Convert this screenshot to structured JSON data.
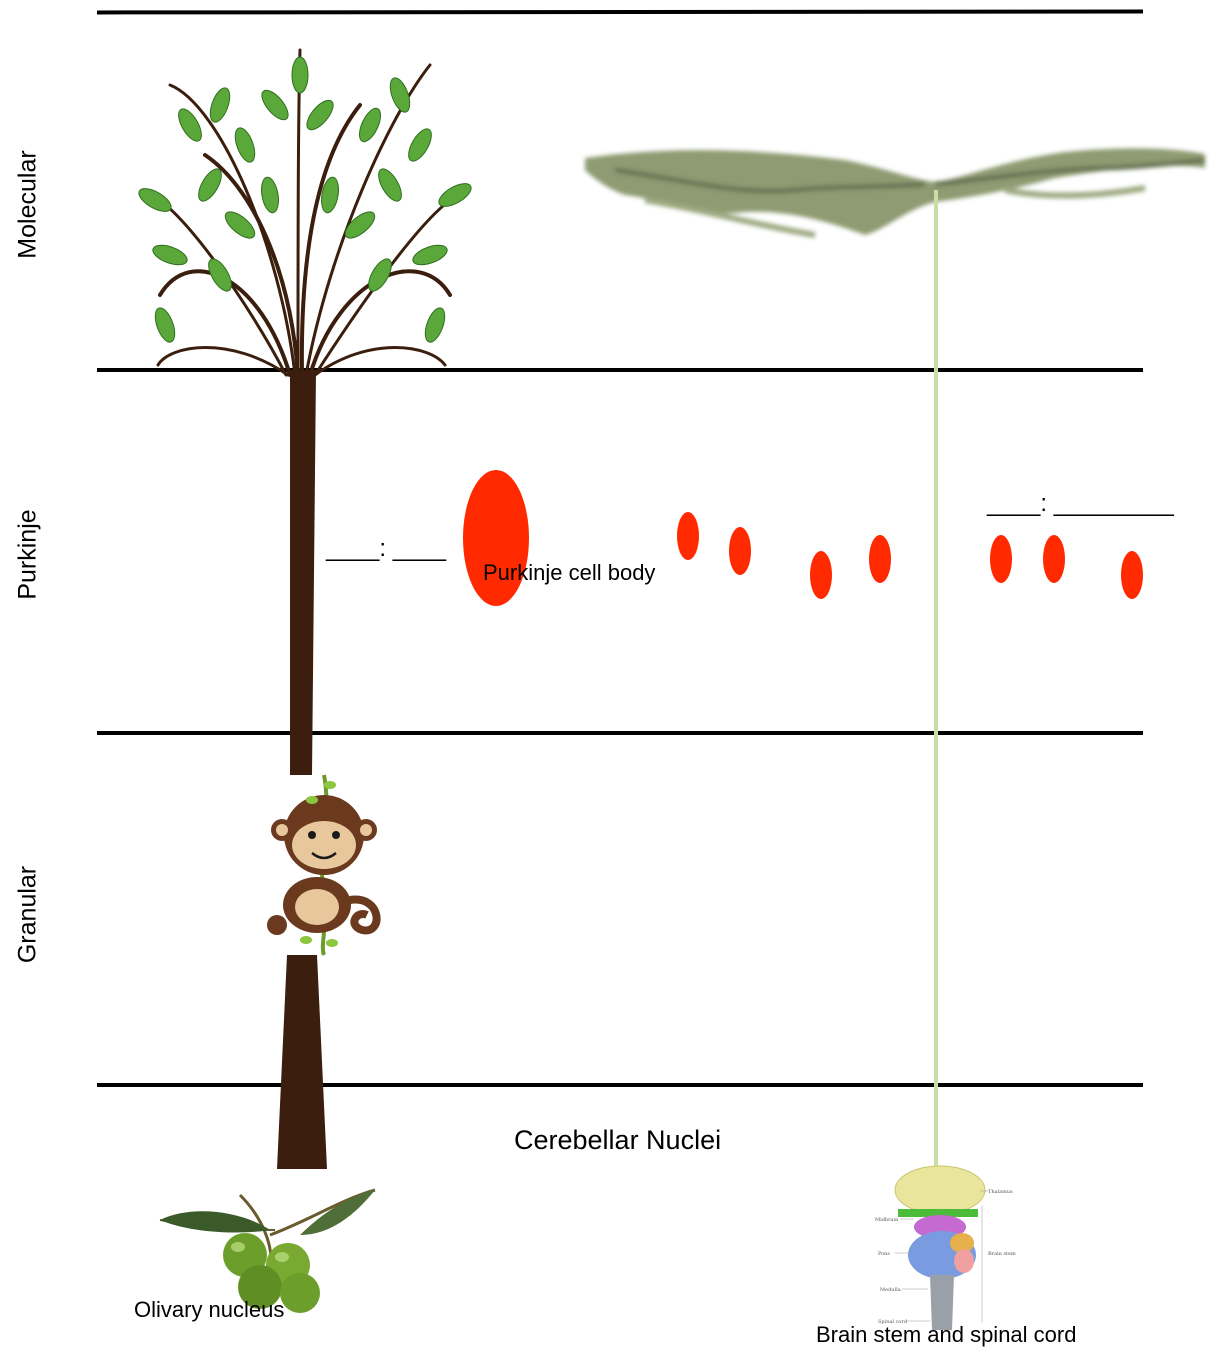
{
  "layers": {
    "molecular": "Molecular",
    "purkinje": "Purkinje",
    "granular": "Granular"
  },
  "labels": {
    "purkinje_cell_body": "Purkinje cell body",
    "cerebellar_nuclei": "Cerebellar Nuclei",
    "olivary_nucleus": "Olivary nucleus",
    "brain_stem": "Brain stem and spinal cord",
    "blank_left": "____: ____",
    "blank_right": "____: _________"
  },
  "brainstem_inset": {
    "thalamus": "Thalamus",
    "midbrain": "Midbrain",
    "pons": "Pons",
    "brain_stem": "Brain stem",
    "medulla": "Medulla",
    "spinal_cord": "Spinal cord"
  },
  "colors": {
    "trunk": "#3b1e0d",
    "leaf": "#5aa83a",
    "cell_body": "#ff2a00",
    "climbing_fiber": "#c9dea7",
    "moss": "#7b8a5a"
  }
}
